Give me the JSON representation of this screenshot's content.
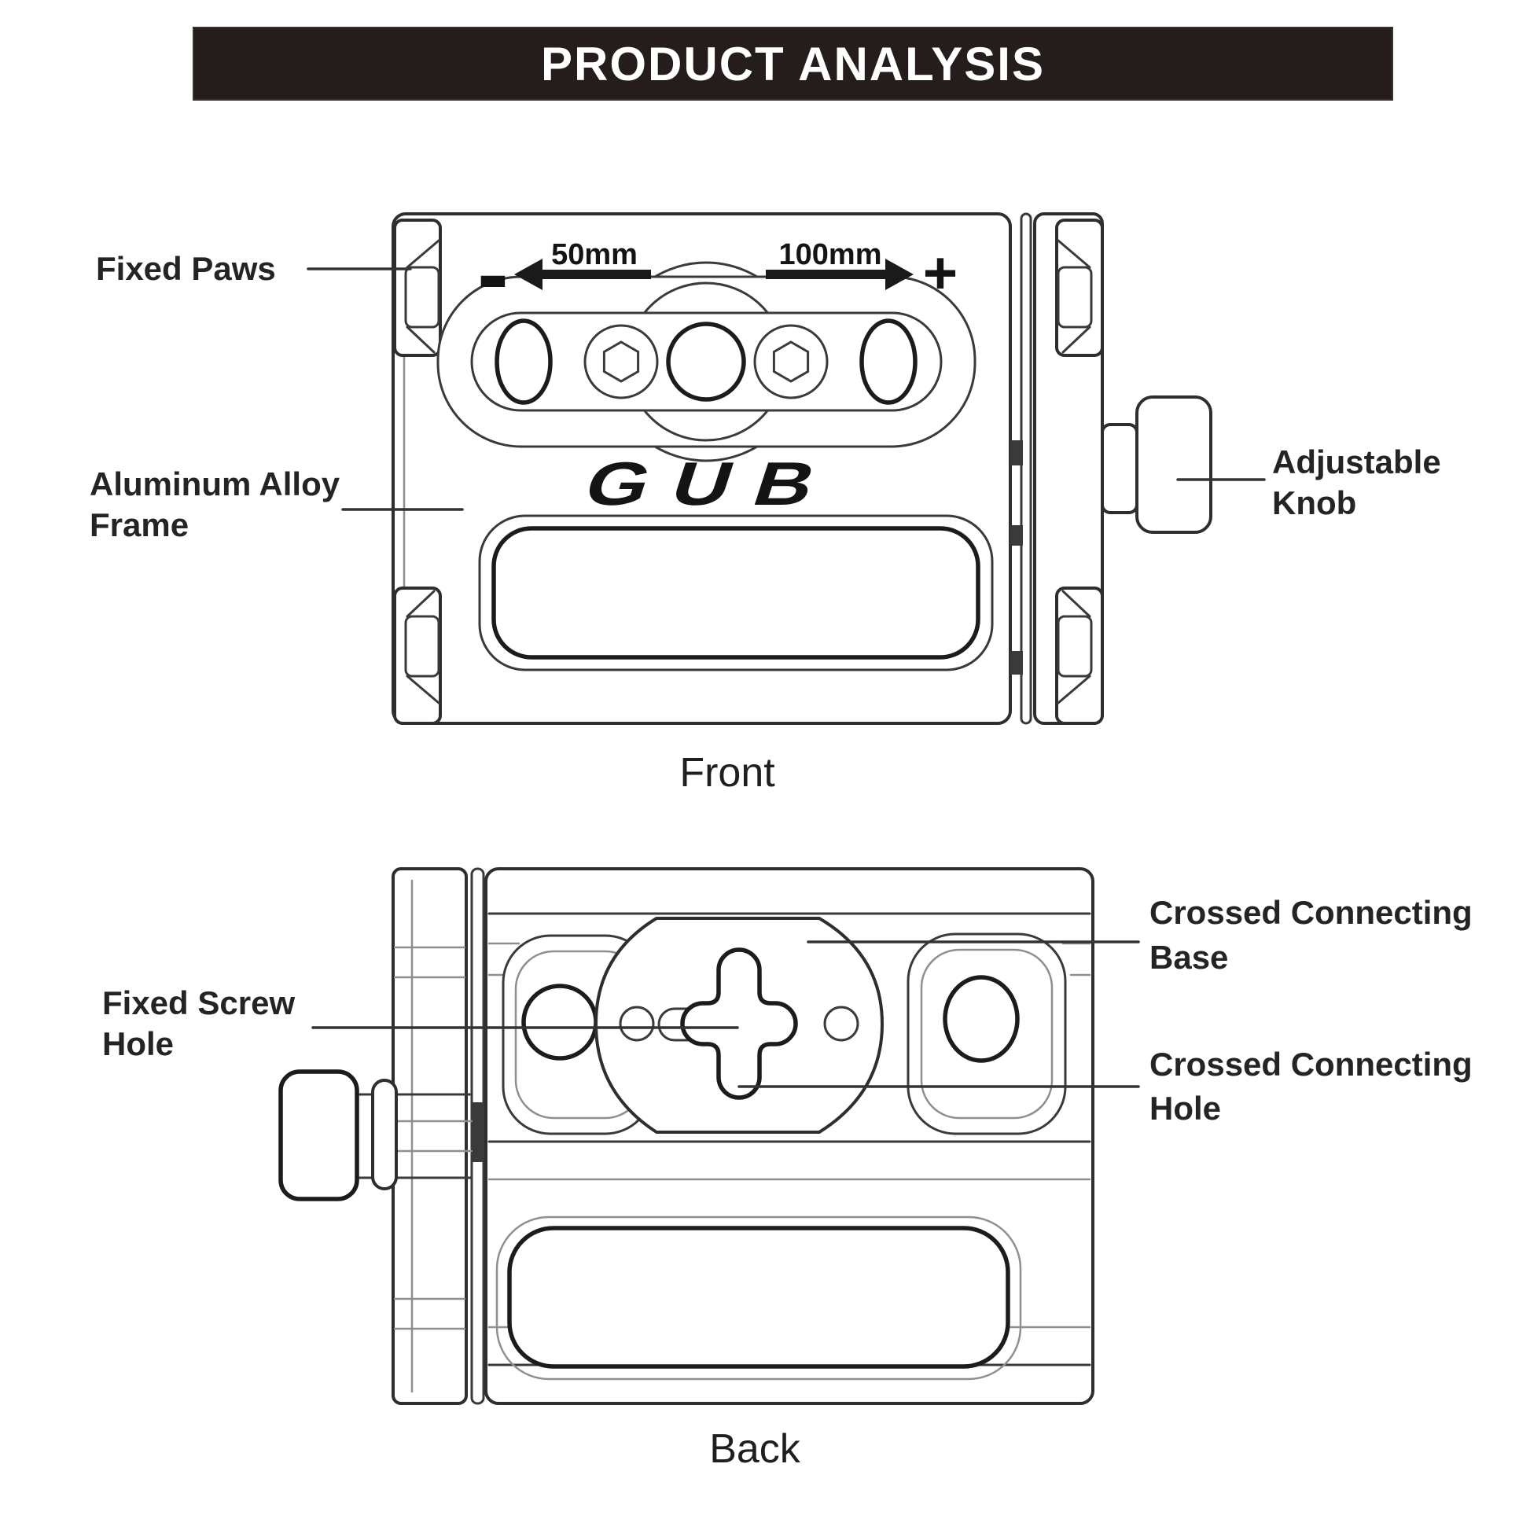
{
  "banner": {
    "title": "PRODUCT ANALYSIS",
    "bg_color": "#241d1b",
    "text_color": "#ffffff"
  },
  "front": {
    "caption": "Front",
    "logo": "GUB",
    "measure": {
      "minus_sign": "-",
      "left_value": "50mm",
      "right_value": "100mm",
      "plus_sign": "+"
    },
    "labels": {
      "fixed_paws": "Fixed Paws",
      "frame_line1": "Aluminum Alloy",
      "frame_line2": "Frame",
      "knob_line1": "Adjustable",
      "knob_line2": "Knob"
    }
  },
  "back": {
    "caption": "Back",
    "labels": {
      "screw_line1": "Fixed Screw",
      "screw_line2": "Hole",
      "base_line1": "Crossed Connecting",
      "base_line2": "Base",
      "hole_line1": "Crossed Connecting",
      "hole_line2": "Hole"
    }
  },
  "colors": {
    "ink": "#2e2e2e",
    "bold_ink": "#1c1c1c",
    "soft_line": "#8f8f8f",
    "banner": "#241d1b"
  }
}
